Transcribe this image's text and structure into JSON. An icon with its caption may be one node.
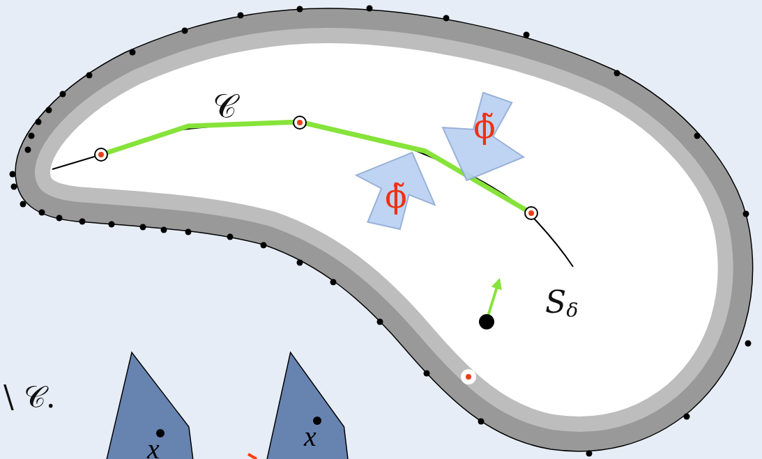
{
  "diagram": {
    "nodes": [
      {
        "text": [
          "ϕ̃"
        ]
      },
      {
        "text": [
          "ϕ̃"
        ]
      },
      {
        "text": [
          "x"
        ]
      },
      {
        "text": [
          "x"
        ]
      }
    ],
    "labels": [
      "𝒞",
      "S$_{δ}$",
      "\\ 𝒞."
    ]
  }
}
